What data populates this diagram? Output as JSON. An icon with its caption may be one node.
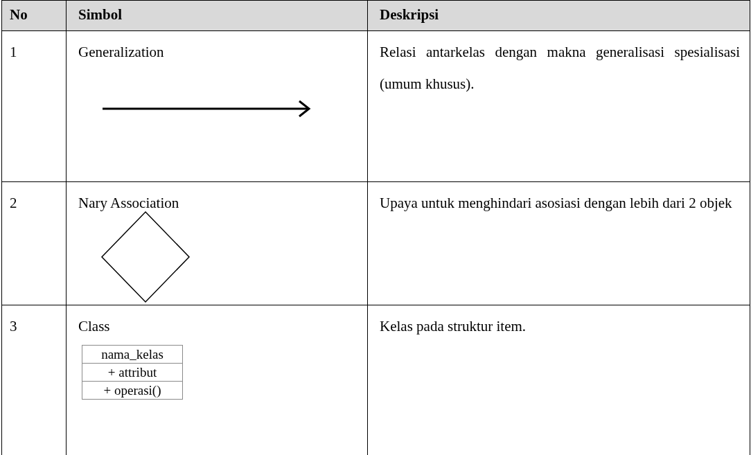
{
  "diagram": {
    "nodes": [
      {
        "text": [],
        "shape": "diamond"
      },
      {
        "text": [
          "nama_kelas",
          "+ attribut",
          "+ operasi()"
        ]
      }
    ],
    "labels": [
      "No",
      "Simbol",
      "Deskripsi",
      "1",
      "Generalization",
      "Relasi antarkelas dengan makna generalisasi spesialisasi (umum khusus).",
      "2",
      "Nary Association",
      "Upaya untuk menghindari asosiasi dengan lebih dari 2 objek",
      "3",
      "Class",
      "Kelas pada struktur item."
    ]
  }
}
